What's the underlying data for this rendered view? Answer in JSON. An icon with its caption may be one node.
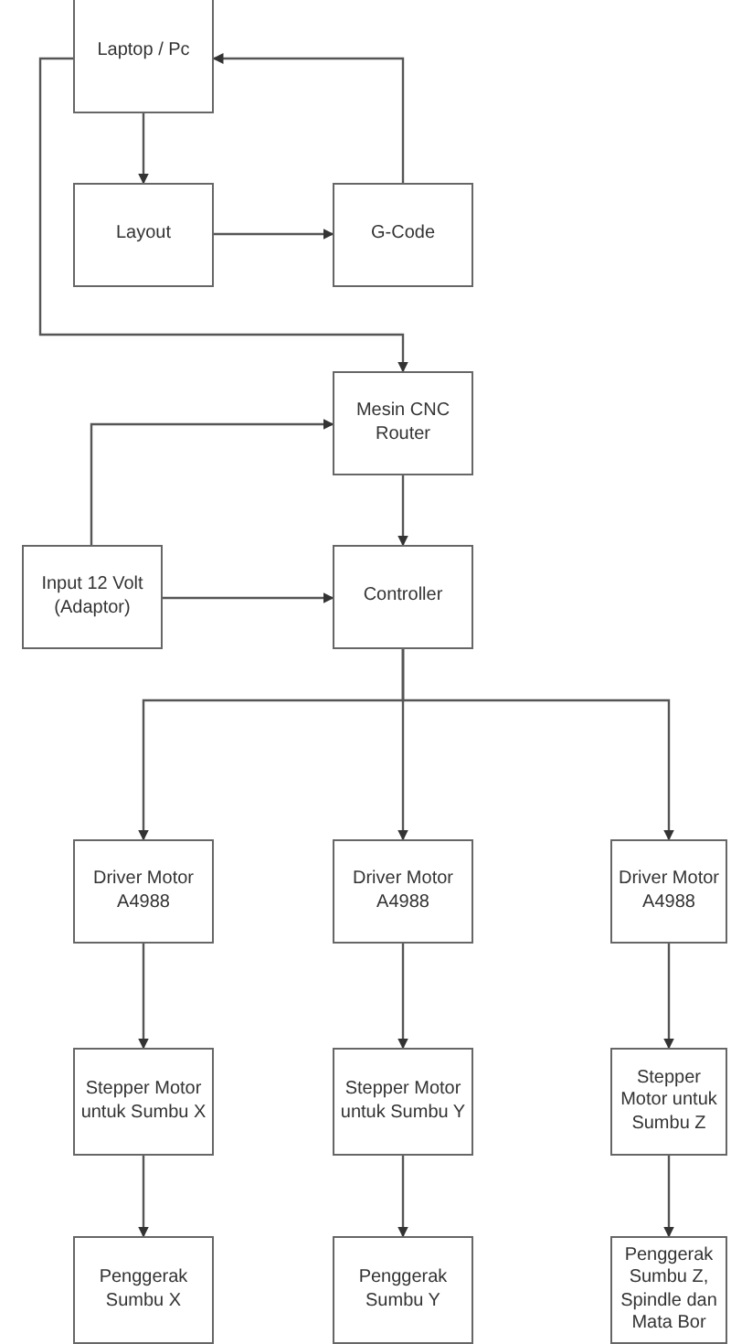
{
  "diagram": {
    "nodes": [
      {
        "text": [
          "Laptop / Pc"
        ]
      },
      {
        "text": [
          "Layout"
        ]
      },
      {
        "text": [
          "G-Code"
        ]
      },
      {
        "text": [
          "Mesin CNC Router"
        ]
      },
      {
        "text": [
          "Input 12 Volt (Adaptor)"
        ]
      },
      {
        "text": [
          "Controller"
        ]
      },
      {
        "text": [
          "Driver Motor A4988"
        ]
      },
      {
        "text": [
          "Driver Motor A4988"
        ]
      },
      {
        "text": [
          "Driver Motor A4988"
        ]
      },
      {
        "text": [
          "Stepper Motor untuk Sumbu X"
        ]
      },
      {
        "text": [
          "Stepper Motor untuk Sumbu Y"
        ]
      },
      {
        "text": [
          "Stepper Motor untuk Sumbu Z"
        ]
      },
      {
        "text": [
          "Penggerak Sumbu X"
        ]
      },
      {
        "text": [
          "Penggerak Sumbu Y"
        ]
      },
      {
        "text": [
          "Penggerak Sumbu Z, Spindle dan Mata Bor"
        ]
      }
    ],
    "edges": [
      {
        "from": 0,
        "to": 1,
        "arrow": "to"
      },
      {
        "from": 1,
        "to": 2,
        "arrow": "to"
      },
      {
        "from": 2,
        "to": 0,
        "arrow": "to"
      },
      {
        "from": 0,
        "to": 3,
        "arrow": "to"
      },
      {
        "from": 4,
        "to": 3,
        "arrow": "to"
      },
      {
        "from": 4,
        "to": 5,
        "arrow": "to"
      },
      {
        "from": 3,
        "to": 5,
        "arrow": "to"
      },
      {
        "from": 5,
        "to": 6,
        "arrow": "to"
      },
      {
        "from": 5,
        "to": 7,
        "arrow": "to"
      },
      {
        "from": 5,
        "to": 8,
        "arrow": "to"
      },
      {
        "from": 6,
        "to": 9,
        "arrow": "to"
      },
      {
        "from": 7,
        "to": 10,
        "arrow": "to"
      },
      {
        "from": 8,
        "to": 11,
        "arrow": "to"
      },
      {
        "from": 9,
        "to": 12,
        "arrow": "to"
      },
      {
        "from": 10,
        "to": 13,
        "arrow": "to"
      },
      {
        "from": 11,
        "to": 14,
        "arrow": "to"
      }
    ]
  }
}
